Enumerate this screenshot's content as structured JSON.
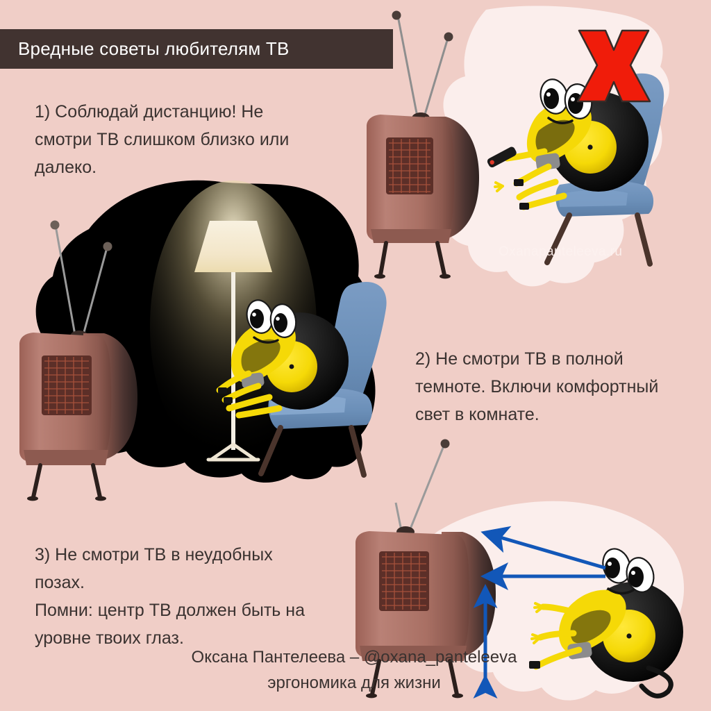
{
  "page": {
    "background_color": "#f0cec7",
    "blob_color": "#fbeeec",
    "text_color": "#3a3230",
    "banner_color": "#413330",
    "banner_text_color": "#ffffff",
    "accent_red": "#f01c0a",
    "accent_blue_arrow": "#1257b8",
    "armchair_blue": "#6b8fb8",
    "tv_brown": "#a97064",
    "tv_grille": "#5c2f28",
    "tape_yellow": "#f5d907",
    "tape_black": "#141414",
    "dark_room": "#000000",
    "lamp_shade": "#f6edd8"
  },
  "header": {
    "title": "Вредные советы любителям ТВ"
  },
  "tips": [
    {
      "id": "tip-1",
      "lines": [
        "1) Соблюдай дистанцию! Не",
        "смотри ТВ слишком близко или",
        "далеко."
      ]
    },
    {
      "id": "tip-2",
      "lines": [
        "2) Не смотри ТВ в полной",
        "темноте. Включи комфортный",
        "свет в комнате."
      ]
    },
    {
      "id": "tip-3",
      "lines": [
        "3) Не смотри ТВ в неудобных",
        "позах.",
        "Помни: центр ТВ должен быть на",
        "уровне твоих глаз."
      ]
    }
  ],
  "footer": {
    "line1": "Оксана Пантелеева – @oxana_panteleeva",
    "line2": "эргономика для жизни"
  },
  "watermark": {
    "text": "Oxanapanteleeva.ru"
  },
  "scenes": [
    {
      "name": "scene-distance",
      "marker": "X",
      "marker_meaning": "wrong",
      "elements": [
        "vintage-tv",
        "tape-measure-character",
        "blue-armchair",
        "remote-control"
      ]
    },
    {
      "name": "scene-darkness",
      "elements": [
        "vintage-tv",
        "tape-measure-character",
        "blue-armchair",
        "floor-lamp",
        "dark-room-blob"
      ]
    },
    {
      "name": "scene-posture",
      "elements": [
        "vintage-tv",
        "tape-measure-character",
        "gaze-arrow-upper",
        "gaze-arrow-lower",
        "eye-level-measure-arrow"
      ]
    }
  ]
}
